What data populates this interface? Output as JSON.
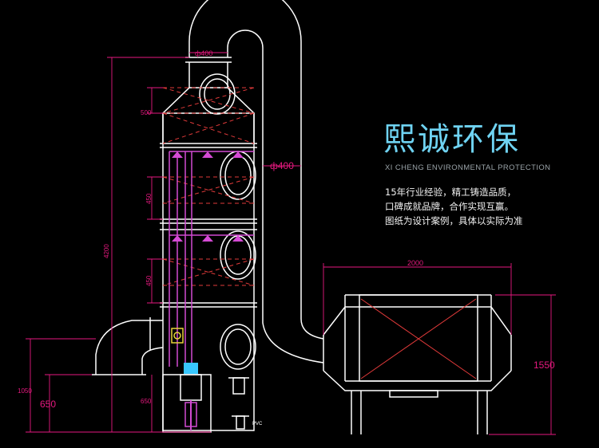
{
  "brand": {
    "title": "熙诚环保",
    "subtitle": "XI CHENG ENVIRONMENTAL PROTECTION",
    "description": [
      "15年行业经验，精工铸造品质，",
      "口碑成就品牌，合作实现互赢。",
      "图纸为设计案例，具体以实际为准"
    ]
  },
  "dimensions": {
    "duct_top_diameter": "ф400",
    "duct_side_diameter": "ф400",
    "section_top": "500",
    "section_mid1": "450",
    "section_mid2": "450",
    "total_height": "4200",
    "base_height": "1050",
    "inlet_height": "650",
    "sump_height": "650",
    "box_width": "2000",
    "box_height": "1550",
    "pipe_label": "PVC"
  },
  "colors": {
    "structure": "#ffffff",
    "dimension_lines": "#e6197f",
    "inner_piping": "#d24bd2",
    "dashed_marks": "#e03a3a",
    "accent_text": "#6fd3f2",
    "nozzles": "#d54bd5",
    "pump_valve": "#e9d43a",
    "pump_base": "#38c7ff"
  }
}
